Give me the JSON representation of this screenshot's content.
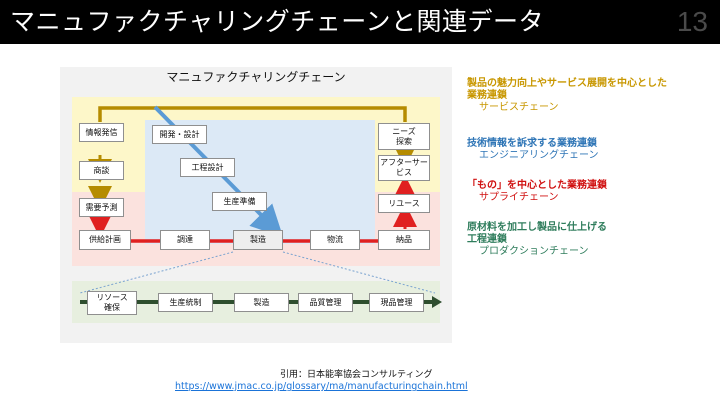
{
  "header": {
    "title": "マニュファクチャリングチェーンと関連データ",
    "page_number": "13"
  },
  "diagram": {
    "title": "マニュファクチャリングチェーン",
    "boxes": {
      "info": "情報発信",
      "negotiation": "商談",
      "demand": "需要予測",
      "supply_plan": "供給計画",
      "procurement": "調達",
      "manufacturing": "製造",
      "logistics": "物流",
      "delivery": "納品",
      "dev_design": "開発・設計",
      "process_design": "工程設計",
      "production_prep": "生産準備",
      "needs": "ニーズ\n探索",
      "after_service": "アフターサー\nビス",
      "reuse": "リユース",
      "resource": "リソース\n確保",
      "production_control": "生産統制",
      "manufacturing2": "製造",
      "quality": "品質管理",
      "current_item": "現品管理"
    }
  },
  "chains": [
    {
      "head": "製品の魅力向上やサービス展開を中心とした業務連鎖",
      "sub": "サービスチェーン",
      "color": "#c89700"
    },
    {
      "head": "技術情報を訴求する業務連鎖",
      "sub": "エンジニアリングチェーン",
      "color": "#2e75b6"
    },
    {
      "head": "「もの」を中心とした業務連鎖",
      "sub": "サプライチェーン",
      "color": "#d01010"
    },
    {
      "head": "原材料を加工し製品に仕上げる工程連鎖",
      "sub": "プロダクションチェーン",
      "color": "#2f7d5c"
    }
  ],
  "colors": {
    "yellow_line": "#b58c00",
    "blue_arrow": "#5b9bd5",
    "red_line": "#e02020",
    "green_line": "#2e4e2e"
  },
  "citation": {
    "label": "引用：日本能率協会コンサルティング",
    "url": "https://www.jmac.co.jp/glossary/ma/manufacturingchain.html"
  }
}
